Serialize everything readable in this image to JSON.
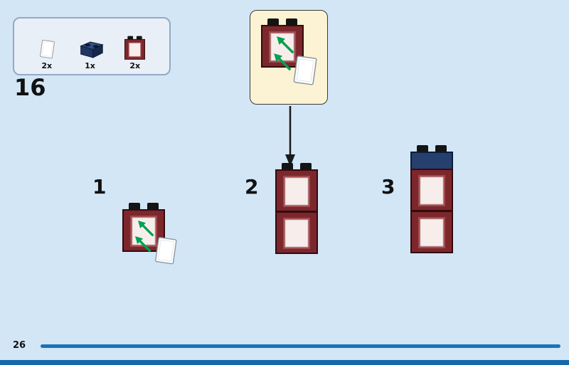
{
  "page": {
    "step_number": "16",
    "page_number": "26"
  },
  "parts_box": {
    "items": [
      {
        "piece": "white-glass-panel",
        "count": "2x"
      },
      {
        "piece": "dark-blue-brick-1x2",
        "count": "1x"
      },
      {
        "piece": "dark-red-window-frame-1x2x2",
        "count": "2x"
      }
    ]
  },
  "substeps": [
    {
      "label": "1"
    },
    {
      "label": "2"
    },
    {
      "label": "3"
    }
  ],
  "colors": {
    "background": "#d2e6f6",
    "accent-blue": "#1a73b8",
    "edge-blue": "#1569ab",
    "callout-bg": "#fbf3d3",
    "parts-box-bg": "#e9eff7",
    "parts-box-border": "#93aac6",
    "dark-red": "#7c272c",
    "dark-red-outline": "#330b0d",
    "bevel-red": "#a14a4e",
    "glass-tint": "#f7eeec",
    "dark-blue": "#25406e",
    "arrow-green": "#00a14f",
    "text": "#111111"
  }
}
